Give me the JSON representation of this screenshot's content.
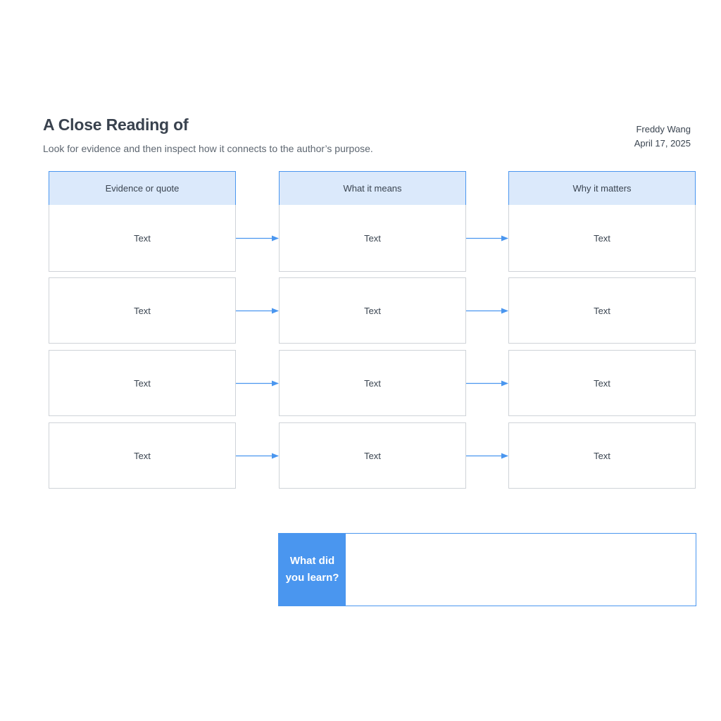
{
  "header": {
    "title": "A Close Reading of",
    "subtitle": "Look for evidence and then inspect how it connects to the author’s purpose.",
    "author": "Freddy Wang",
    "date": "April 17, 2025"
  },
  "columns": [
    "Evidence or quote",
    "What it means",
    "Why it matters"
  ],
  "rows": [
    [
      "Text",
      "Text",
      "Text"
    ],
    [
      "Text",
      "Text",
      "Text"
    ],
    [
      "Text",
      "Text",
      "Text"
    ],
    [
      "Text",
      "Text",
      "Text"
    ]
  ],
  "reflection": {
    "label": "What did you learn?",
    "answer": ""
  },
  "colors": {
    "accent": "#4a96ef",
    "header_fill": "#dbe9fb",
    "cell_border": "#cfd3d8"
  }
}
